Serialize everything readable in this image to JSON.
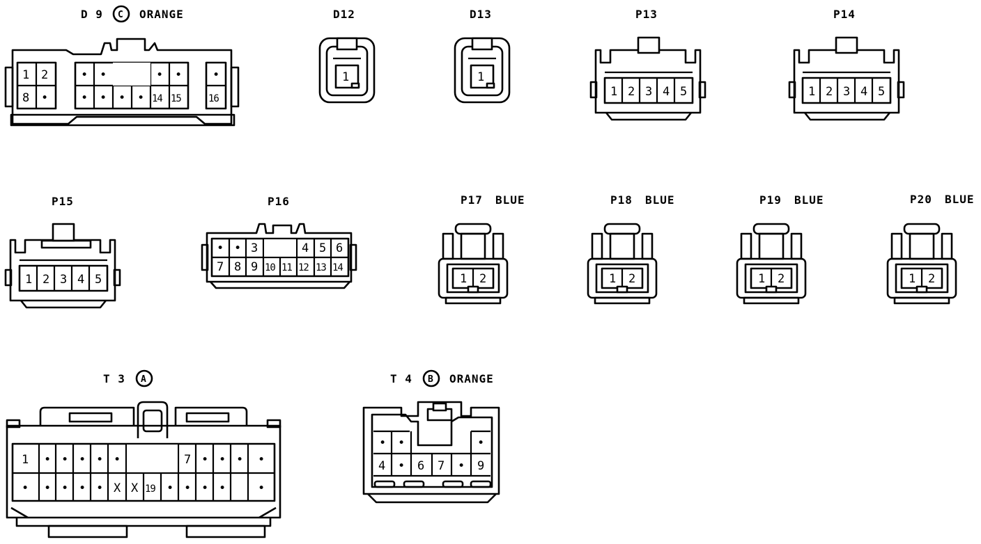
{
  "connectors": [
    {
      "id": "d9",
      "code": "D 9",
      "letter": "C",
      "color": "ORANGE",
      "rows": [
        [
          "1",
          "2",
          "",
          "•",
          "•",
          "",
          "•",
          "•",
          "",
          "•"
        ],
        [
          "8",
          "•",
          "",
          "•",
          "•",
          "•",
          "•",
          "14",
          "15",
          "",
          "16"
        ]
      ]
    },
    {
      "id": "d12",
      "code": "D12",
      "rows": [
        [
          "1"
        ]
      ]
    },
    {
      "id": "d13",
      "code": "D13",
      "rows": [
        [
          "1"
        ]
      ]
    },
    {
      "id": "p13",
      "code": "P13",
      "rows": [
        [
          "1",
          "2",
          "3",
          "4",
          "5"
        ]
      ]
    },
    {
      "id": "p14",
      "code": "P14",
      "rows": [
        [
          "1",
          "2",
          "3",
          "4",
          "5"
        ]
      ]
    },
    {
      "id": "p15",
      "code": "P15",
      "rows": [
        [
          "1",
          "2",
          "3",
          "4",
          "5"
        ]
      ]
    },
    {
      "id": "p16",
      "code": "P16",
      "rows": [
        [
          "•",
          "•",
          "3",
          "4",
          "5",
          "6"
        ],
        [
          "7",
          "8",
          "9",
          "10",
          "11",
          "12",
          "13",
          "14"
        ]
      ]
    },
    {
      "id": "p17",
      "code": "P17",
      "color": "BLUE",
      "rows": [
        [
          "1",
          "2"
        ]
      ]
    },
    {
      "id": "p18",
      "code": "P18",
      "color": "BLUE",
      "rows": [
        [
          "1",
          "2"
        ]
      ]
    },
    {
      "id": "p19",
      "code": "P19",
      "color": "BLUE",
      "rows": [
        [
          "1",
          "2"
        ]
      ]
    },
    {
      "id": "p20",
      "code": "P20",
      "color": "BLUE",
      "rows": [
        [
          "1",
          "2"
        ]
      ]
    },
    {
      "id": "t3",
      "code": "T 3",
      "letter": "A",
      "rows": [
        [
          "1",
          "•",
          "•",
          "•",
          "•",
          "•",
          "7",
          "•",
          "•",
          "•",
          "•"
        ],
        [
          "•",
          "•",
          "•",
          "•",
          "•",
          "X",
          "X",
          "19",
          "•",
          "•",
          "•",
          "•",
          "•"
        ]
      ]
    },
    {
      "id": "t4",
      "code": "T 4",
      "letter": "B",
      "color": "ORANGE",
      "rows": [
        [
          "•",
          "•",
          "•"
        ],
        [
          "4",
          "•",
          "6",
          "7",
          "•",
          "9"
        ]
      ]
    }
  ]
}
